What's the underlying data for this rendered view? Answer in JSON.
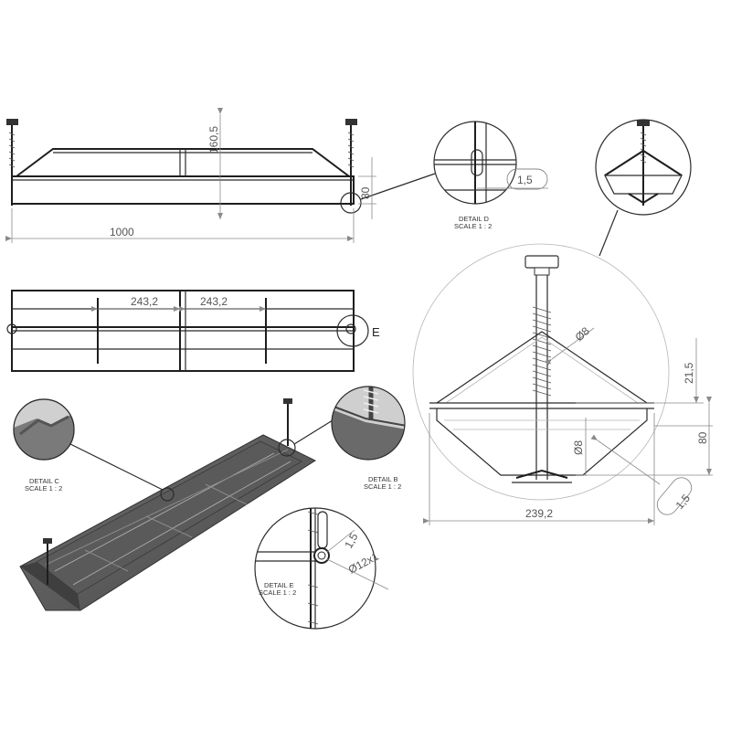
{
  "front_view": {
    "dim_height": "160,5",
    "dim_tray_height": "80",
    "dim_length": "1000"
  },
  "top_view": {
    "dim_spacing_left": "243,2",
    "dim_spacing_right": "243,2",
    "detail_letter": "E"
  },
  "detail_d": {
    "title": "DETAIL D",
    "scale": "SCALE 1 : 2",
    "dim": "1,5"
  },
  "end_view": {
    "dim_width": "239,2",
    "dim_rod_dia_top": "Ø8",
    "dim_roof_height": "21,5",
    "dim_tray_height": "80",
    "dim_rod_dia_bottom": "Ø8",
    "dim_wall": "1,5"
  },
  "detail_c": {
    "title": "DETAIL C",
    "scale": "SCALE 1 : 2"
  },
  "detail_b": {
    "title": "DETAIL B",
    "scale": "SCALE 1 : 2"
  },
  "detail_e": {
    "title": "DETAIL E",
    "scale": "SCALE 1 : 2",
    "dim_wall": "1,5",
    "dim_dia": "Ø12x1"
  }
}
